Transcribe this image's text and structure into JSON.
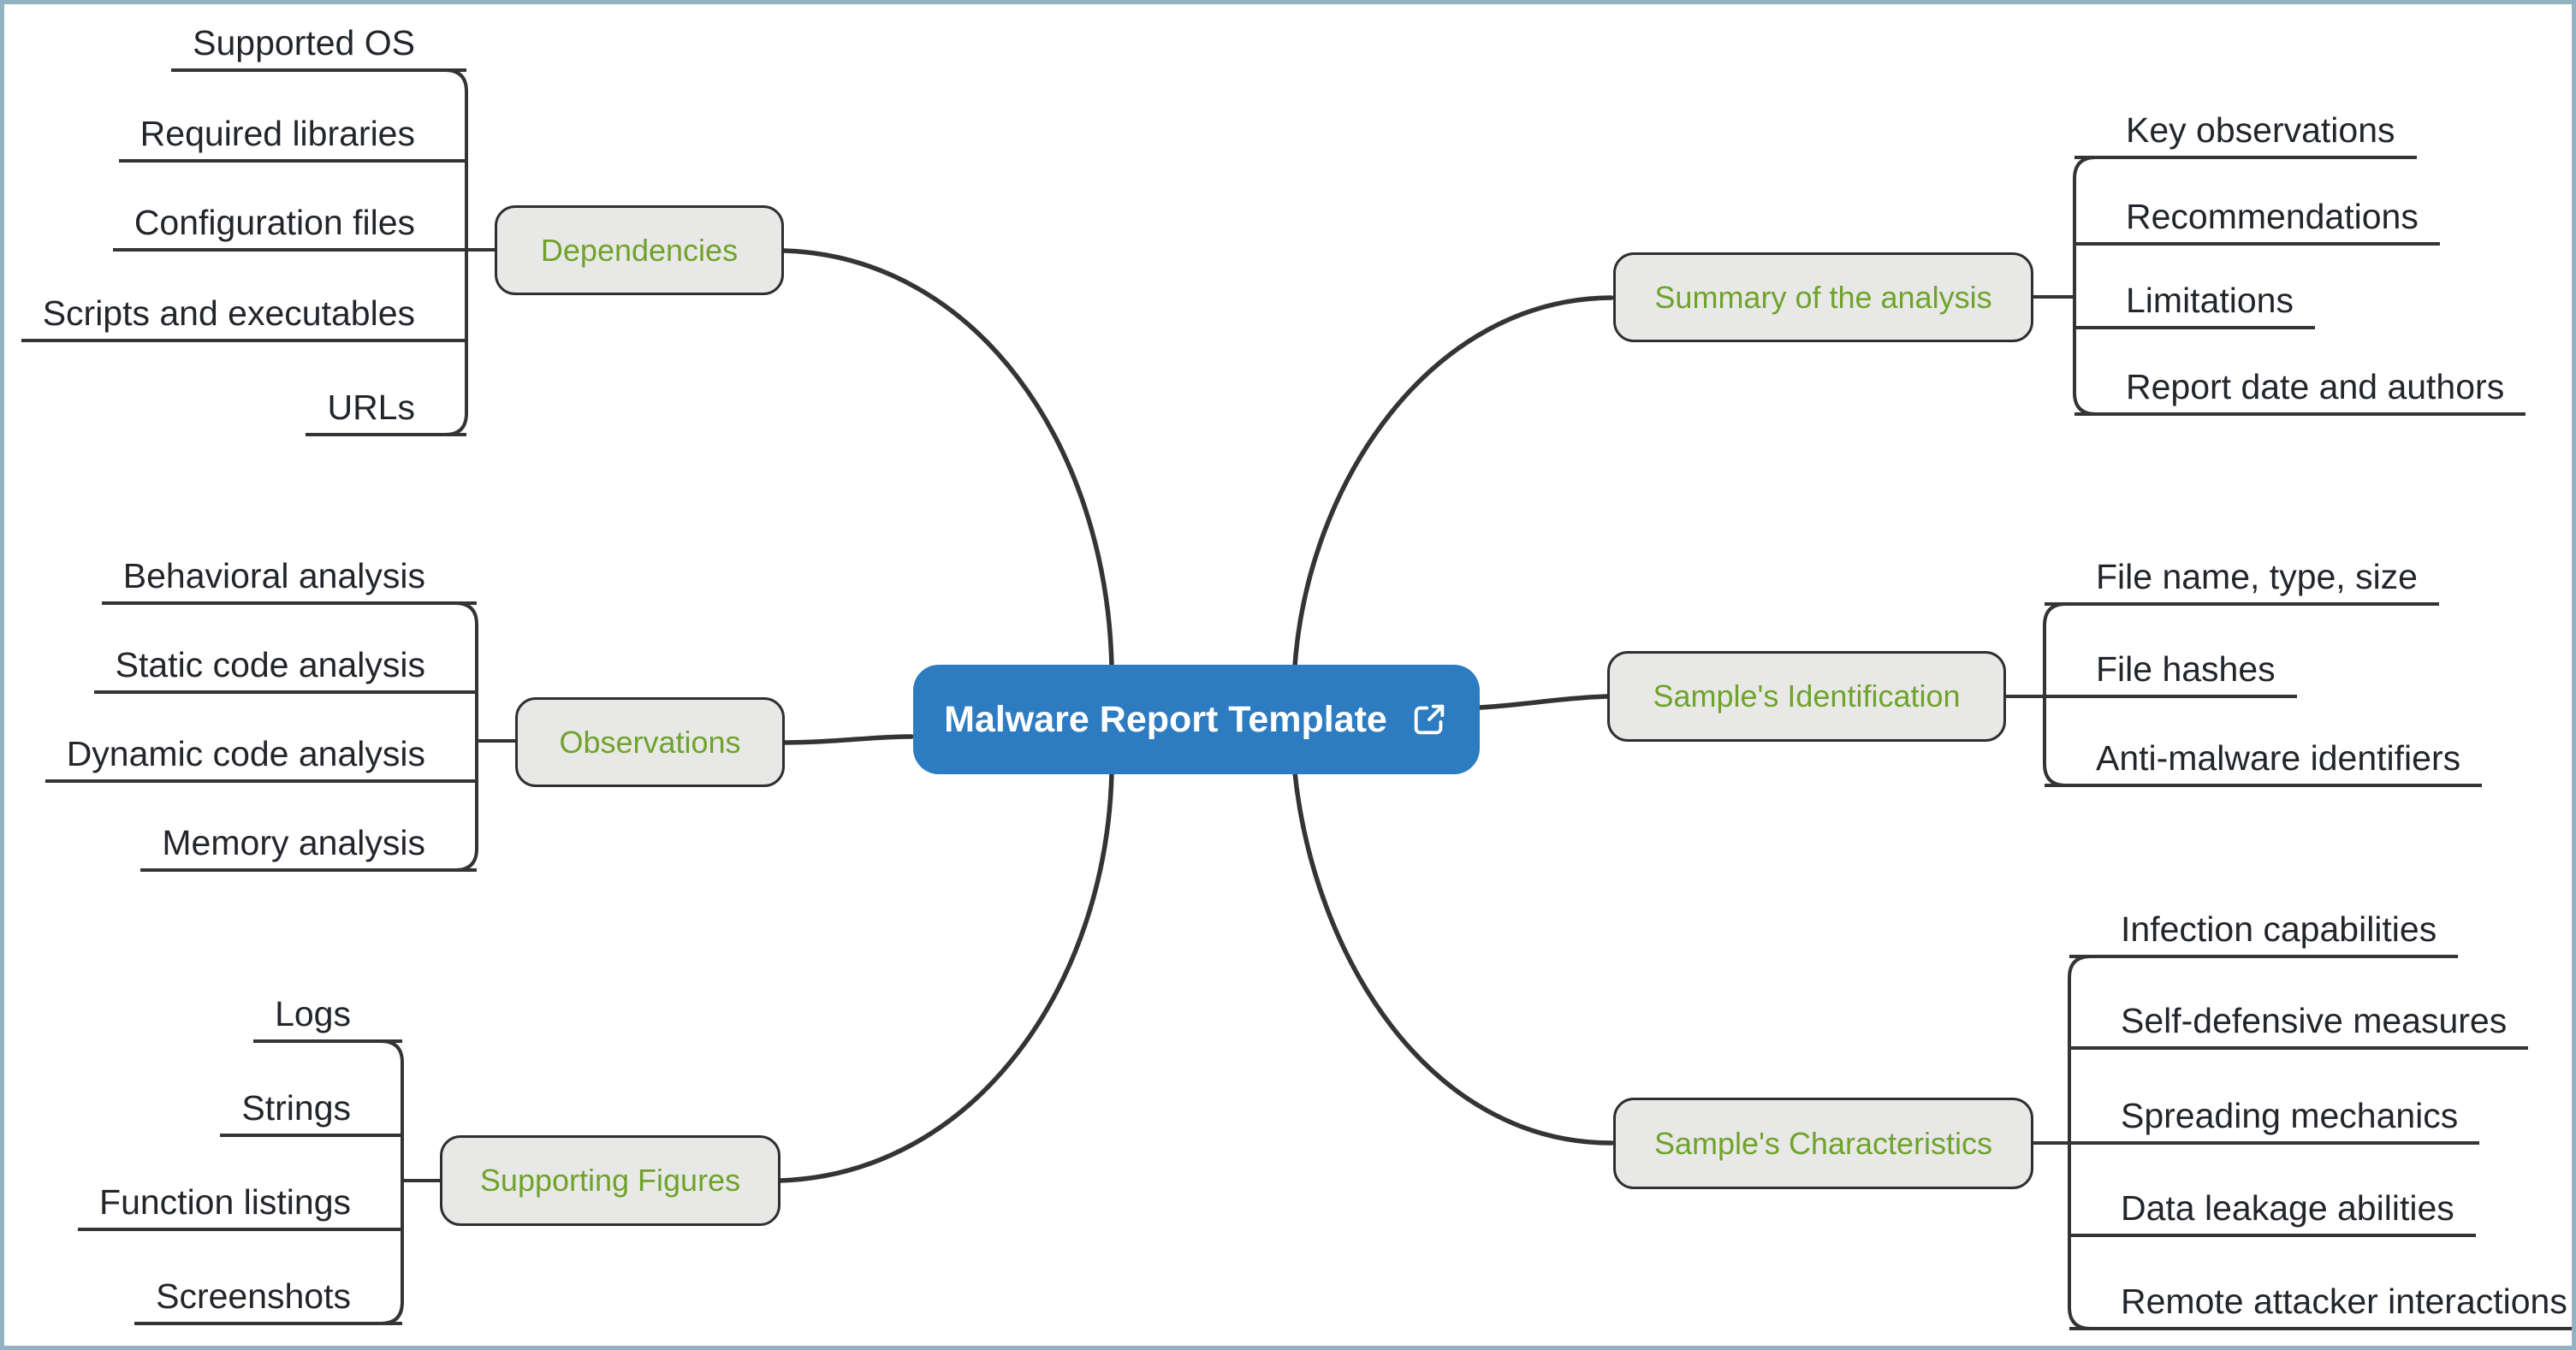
{
  "diagram": {
    "type": "mindmap",
    "root": {
      "label": "Malware Report Template",
      "icon": "external-link"
    },
    "branches": [
      {
        "label": "Dependencies",
        "side": "left",
        "children": [
          "Supported OS",
          "Required libraries",
          "Configuration files",
          "Scripts and executables",
          "URLs"
        ]
      },
      {
        "label": "Observations",
        "side": "left",
        "children": [
          "Behavioral analysis",
          "Static code analysis",
          "Dynamic code analysis",
          "Memory analysis"
        ]
      },
      {
        "label": "Supporting Figures",
        "side": "left",
        "children": [
          "Logs",
          "Strings",
          "Function listings",
          "Screenshots"
        ]
      },
      {
        "label": "Summary of the analysis",
        "side": "right",
        "children": [
          "Key observations",
          "Recommendations",
          "Limitations",
          "Report date and authors"
        ]
      },
      {
        "label": "Sample's Identification",
        "side": "right",
        "children": [
          "File name, type, size",
          "File hashes",
          "Anti-malware identifiers"
        ]
      },
      {
        "label": "Sample's Characteristics",
        "side": "right",
        "children": [
          "Infection capabilities",
          "Self-defensive measures",
          "Spreading mechanics",
          "Data leakage abilities",
          "Remote attacker interactions"
        ]
      }
    ],
    "colors": {
      "center_node_fill": "#2d7cc2",
      "center_node_text": "#ffffff",
      "branch_node_fill": "#e8e8e7",
      "branch_node_border": "#2f2f2f",
      "branch_label_green": "#6fa32b",
      "leaf_text": "#22262b",
      "line": "#343434",
      "page_background": "#ffffff",
      "frame_border": "#92b2c4"
    }
  }
}
